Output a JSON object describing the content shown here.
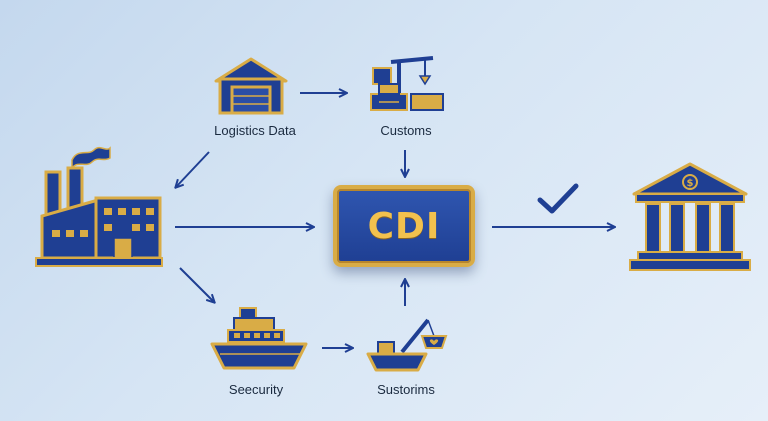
{
  "nodes": {
    "logistics": {
      "label": "Logistics Data",
      "icon": "warehouse-icon"
    },
    "customs": {
      "label": "Customs",
      "icon": "port-crane-icon"
    },
    "factory": {
      "icon": "factory-icon"
    },
    "cdi": {
      "label": "CDI"
    },
    "bank": {
      "icon": "bank-icon"
    },
    "security": {
      "label": "Seecurity",
      "icon": "cargo-ship-icon"
    },
    "sustorims": {
      "label": "Sustorims",
      "icon": "boat-crane-icon"
    },
    "check": {
      "icon": "checkmark-icon"
    }
  },
  "colors": {
    "navy": "#1f3f93",
    "gold": "#d9ac46",
    "background": "#d6e5f4",
    "label_text": "#1a2a3f"
  }
}
